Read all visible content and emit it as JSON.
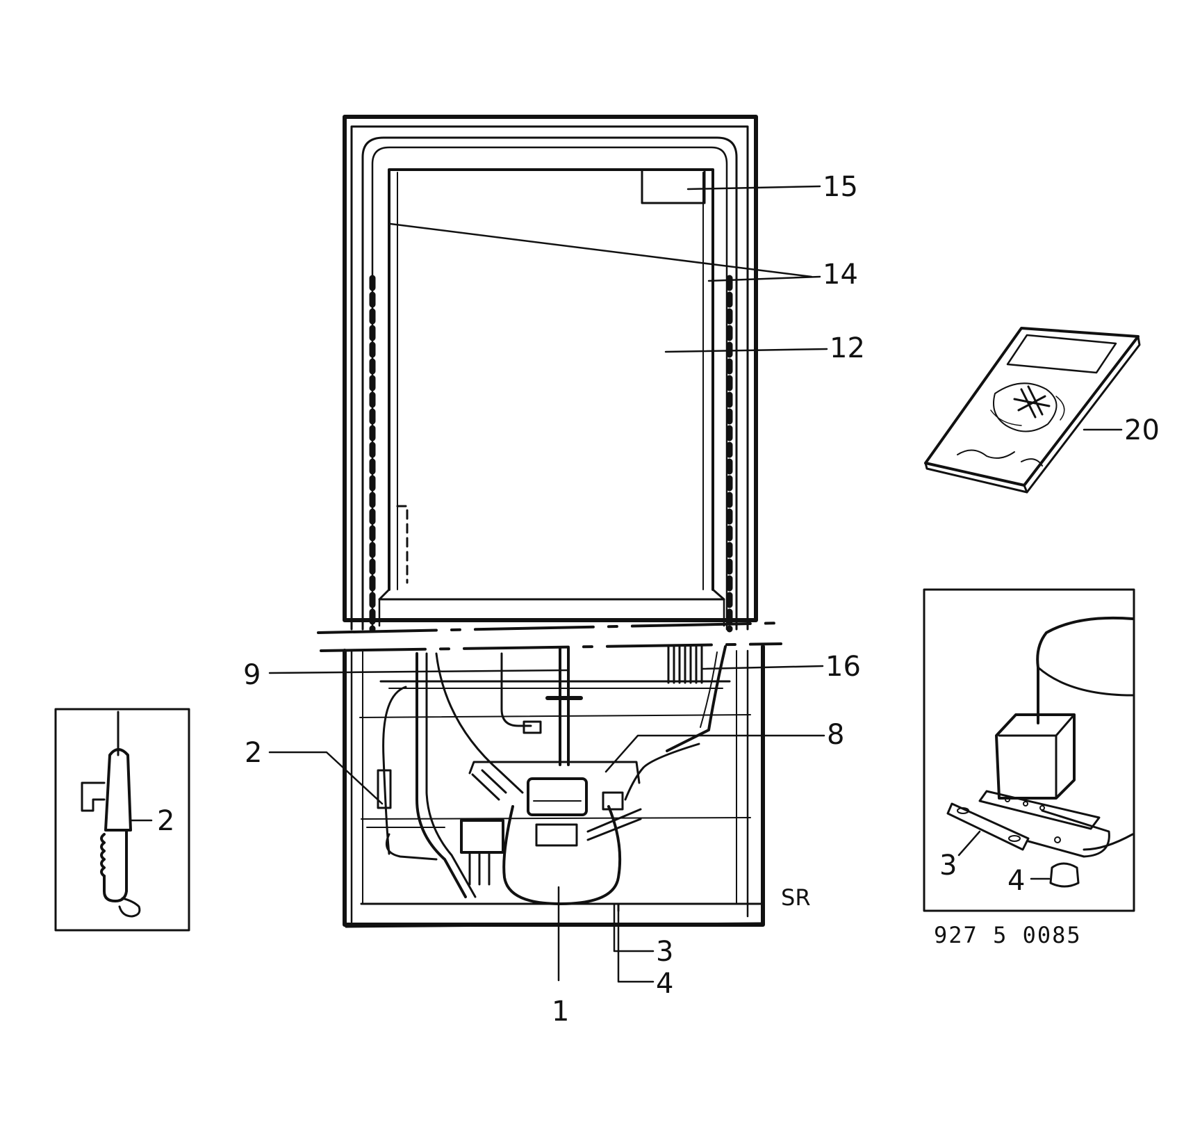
{
  "callouts": {
    "c15": "15",
    "c14": "14",
    "c12": "12",
    "c20": "20",
    "c16": "16",
    "c9": "9",
    "c8": "8",
    "c2_main": "2",
    "c2_inset": "2",
    "c3_main": "3",
    "c4_main": "4",
    "c1": "1",
    "c3_inset": "3",
    "c4_inset": "4"
  },
  "model_label": "SR",
  "part_code": "927 5 0085"
}
